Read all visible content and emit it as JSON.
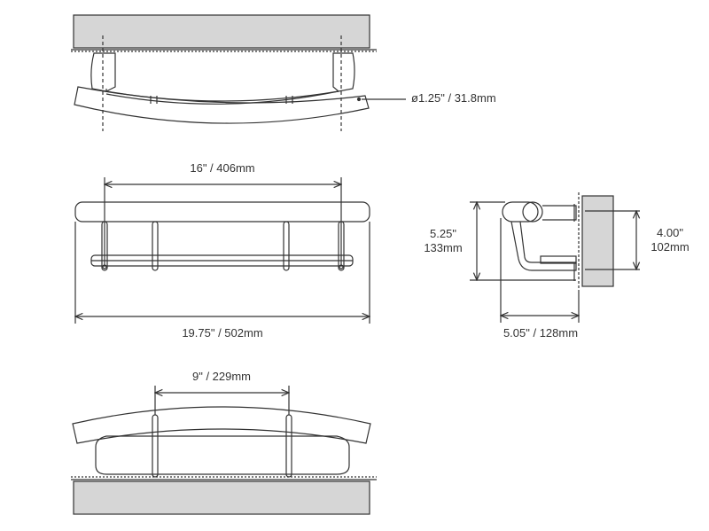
{
  "colors": {
    "wall": "#d6d6d6",
    "line": "#333333"
  },
  "views": {
    "top": {
      "diameter_label": "ø1.25\" / 31.8mm"
    },
    "front": {
      "post_spacing_label": "16\" / 406mm",
      "overall_length_label": "19.75\" / 502mm"
    },
    "side": {
      "height_in": "5.25\"",
      "height_mm": "133mm",
      "mount_in": "4.00\"",
      "mount_mm": "102mm",
      "depth_label": "5.05\" / 128mm"
    },
    "bottom": {
      "spacing_label": "9\" / 229mm"
    }
  }
}
